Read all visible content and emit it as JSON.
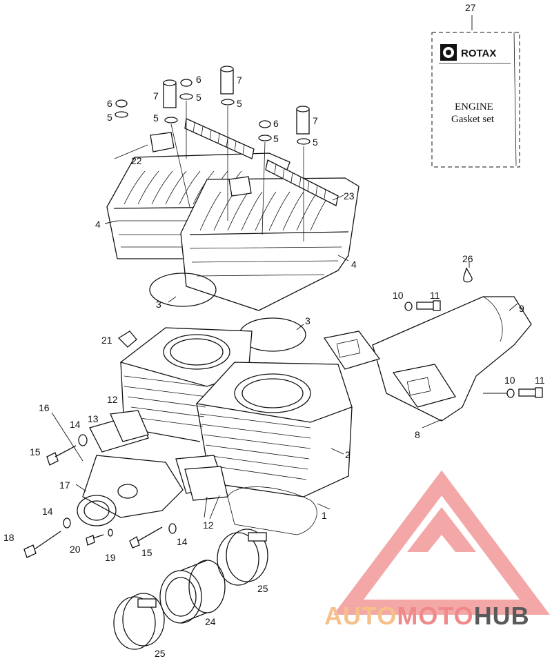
{
  "parts": [
    {
      "id": "p1",
      "number": "1"
    },
    {
      "id": "p2",
      "number": "2"
    },
    {
      "id": "p3a",
      "number": "3"
    },
    {
      "id": "p3b",
      "number": "3"
    },
    {
      "id": "p4a",
      "number": "4"
    },
    {
      "id": "p4b",
      "number": "4"
    },
    {
      "id": "p5a",
      "number": "5"
    },
    {
      "id": "p5b",
      "number": "5"
    },
    {
      "id": "p5c",
      "number": "5"
    },
    {
      "id": "p5d",
      "number": "5"
    },
    {
      "id": "p5e",
      "number": "5"
    },
    {
      "id": "p5f",
      "number": "5"
    },
    {
      "id": "p6a",
      "number": "6"
    },
    {
      "id": "p6b",
      "number": "6"
    },
    {
      "id": "p6c",
      "number": "6"
    },
    {
      "id": "p7a",
      "number": "7"
    },
    {
      "id": "p7b",
      "number": "7"
    },
    {
      "id": "p7c",
      "number": "7"
    },
    {
      "id": "p8",
      "number": "8"
    },
    {
      "id": "p9",
      "number": "9"
    },
    {
      "id": "p10a",
      "number": "10"
    },
    {
      "id": "p10b",
      "number": "10"
    },
    {
      "id": "p11a",
      "number": "11"
    },
    {
      "id": "p11b",
      "number": "11"
    },
    {
      "id": "p12a",
      "number": "12"
    },
    {
      "id": "p12b",
      "number": "12"
    },
    {
      "id": "p13",
      "number": "13"
    },
    {
      "id": "p14a",
      "number": "14"
    },
    {
      "id": "p14b",
      "number": "14"
    },
    {
      "id": "p14c",
      "number": "14"
    },
    {
      "id": "p15a",
      "number": "15"
    },
    {
      "id": "p15b",
      "number": "15"
    },
    {
      "id": "p16",
      "number": "16"
    },
    {
      "id": "p17",
      "number": "17"
    },
    {
      "id": "p18",
      "number": "18"
    },
    {
      "id": "p19",
      "number": "19"
    },
    {
      "id": "p20",
      "number": "20"
    },
    {
      "id": "p21",
      "number": "21"
    },
    {
      "id": "p22",
      "number": "22"
    },
    {
      "id": "p23",
      "number": "23"
    },
    {
      "id": "p24",
      "number": "24"
    },
    {
      "id": "p25a",
      "number": "25"
    },
    {
      "id": "p25b",
      "number": "25"
    },
    {
      "id": "p26",
      "number": "26"
    },
    {
      "id": "p27",
      "number": "27"
    }
  ],
  "gasket_card": {
    "brand": "ROTAX",
    "line1": "ENGINE",
    "line2": "Gasket set"
  },
  "watermark": {
    "part1": "AUTO",
    "part2": "MOTO",
    "part3": "HUB",
    "color_primary": "#f08a8a",
    "color_secondary": "#f5c08a",
    "color_dark": "#5a5a5a"
  }
}
